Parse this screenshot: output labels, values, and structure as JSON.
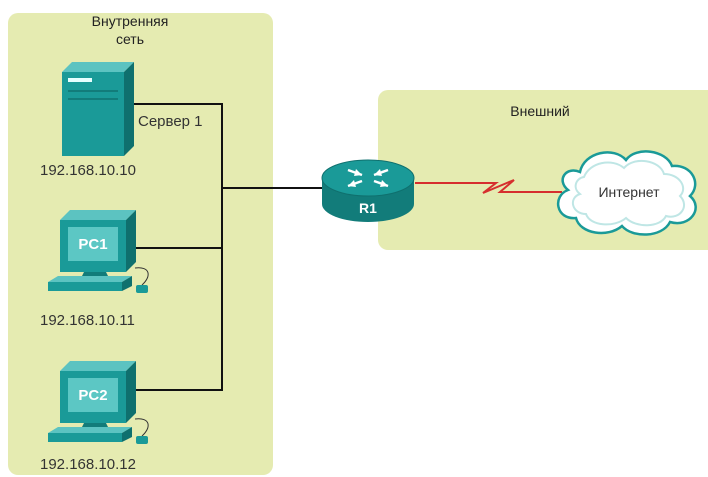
{
  "zones": {
    "internal_title": "Внутренняя\nсеть",
    "external_title": "Внешний"
  },
  "devices": {
    "server": {
      "label": "Сервер 1",
      "ip": "192.168.10.10",
      "icon": "server-icon"
    },
    "pc1": {
      "label": "PC1",
      "ip": "192.168.10.11",
      "icon": "computer-icon"
    },
    "pc2": {
      "label": "PC2",
      "ip": "192.168.10.12",
      "icon": "computer-icon"
    },
    "router": {
      "label": "R1",
      "icon": "router-icon"
    },
    "internet": {
      "label": "Интернет",
      "icon": "cloud-icon"
    }
  },
  "colors": {
    "zone_fill": "#e5ebb1",
    "device_teal": "#1a9a98",
    "serial_link": "#d62e2e",
    "ethernet_link": "#111111"
  }
}
